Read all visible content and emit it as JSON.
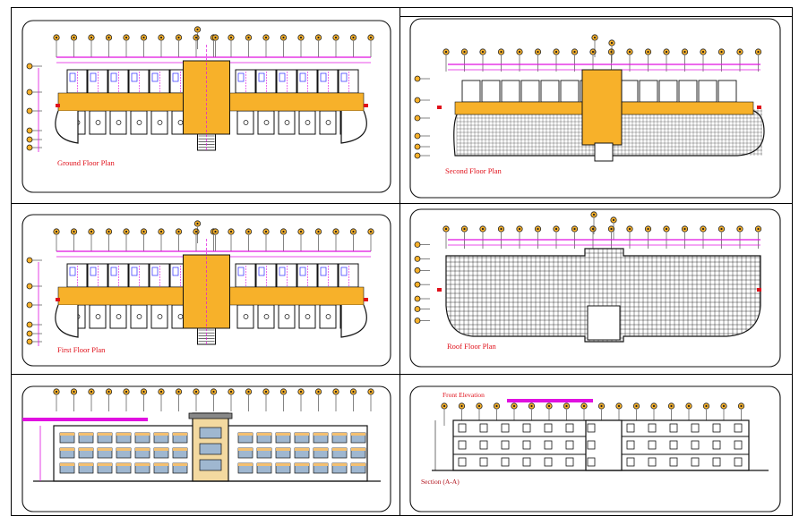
{
  "labels": {
    "ground_floor": "Ground Floor Plan",
    "second_floor": "Second Floor Plan",
    "first_floor": "First Floor Plan",
    "roof_floor": "Roof Floor Plan",
    "front_elevation": "Front Elevation",
    "section": "Section (A-A)"
  },
  "colors": {
    "corridor": "#f7b12a",
    "dimension": "#e010e0",
    "annotation": "#e0101a",
    "linework": "#111111"
  }
}
